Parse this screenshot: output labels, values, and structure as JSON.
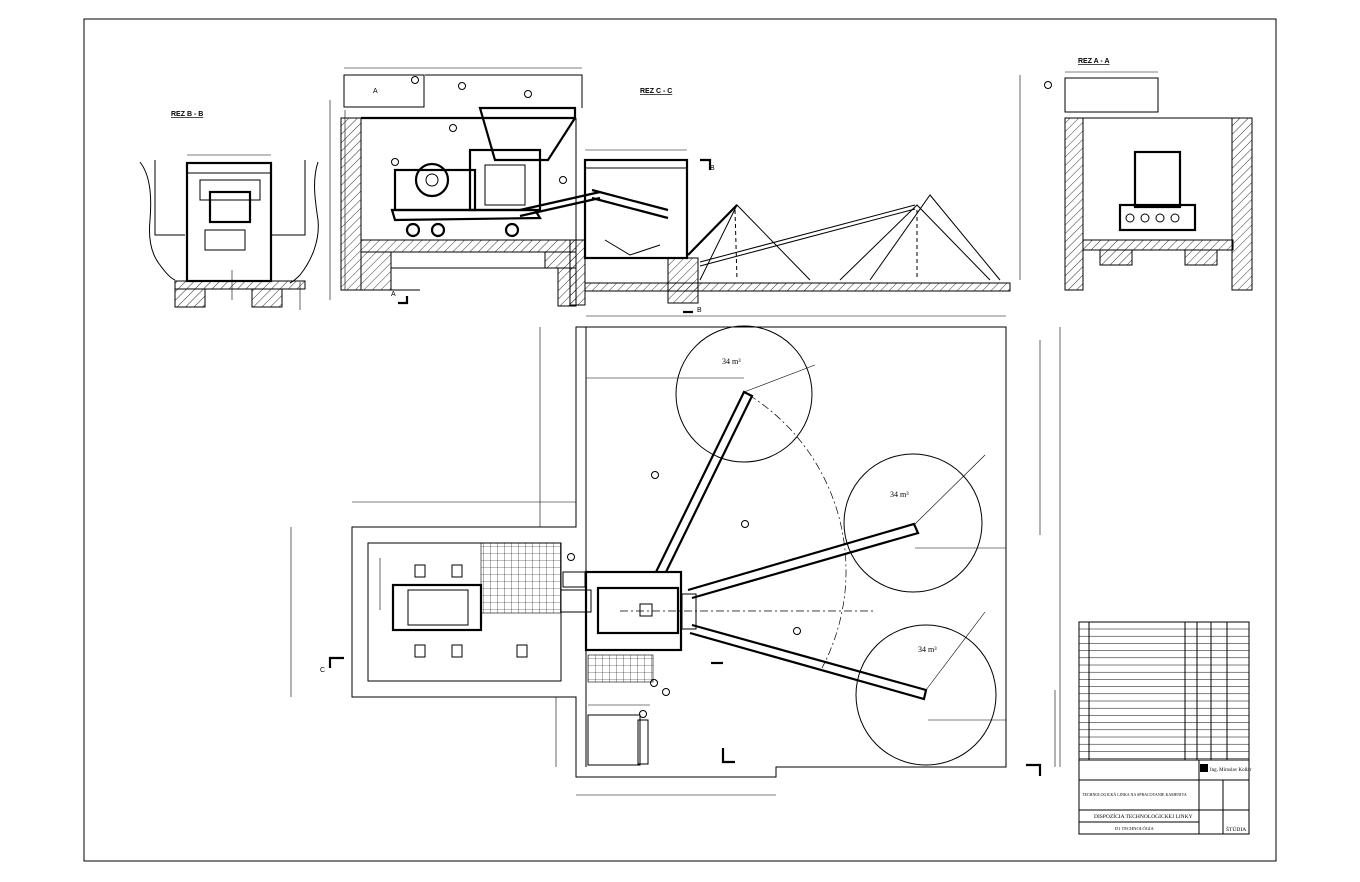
{
  "sections": {
    "section_bb": "REZ B - B",
    "section_cc": "REZ C - C",
    "section_aa": "REZ A - A"
  },
  "cut_marks": {
    "a": "A",
    "b": "B",
    "c": "C"
  },
  "pile_labels": [
    "34 m³",
    "34 m³",
    "34 m³"
  ],
  "title_block": {
    "author": "Ing. Miroslav Kollár",
    "project": "TECHNOLOGICKÁ LINKA NA SPRACOVANIE KAMENIVA",
    "drawing_name": "DISPOZÍCIA TECHNOLOGICKEJ LINKY",
    "part": "D1 TECHNOLÓGIA",
    "phase": "ŠTÚDIA"
  }
}
